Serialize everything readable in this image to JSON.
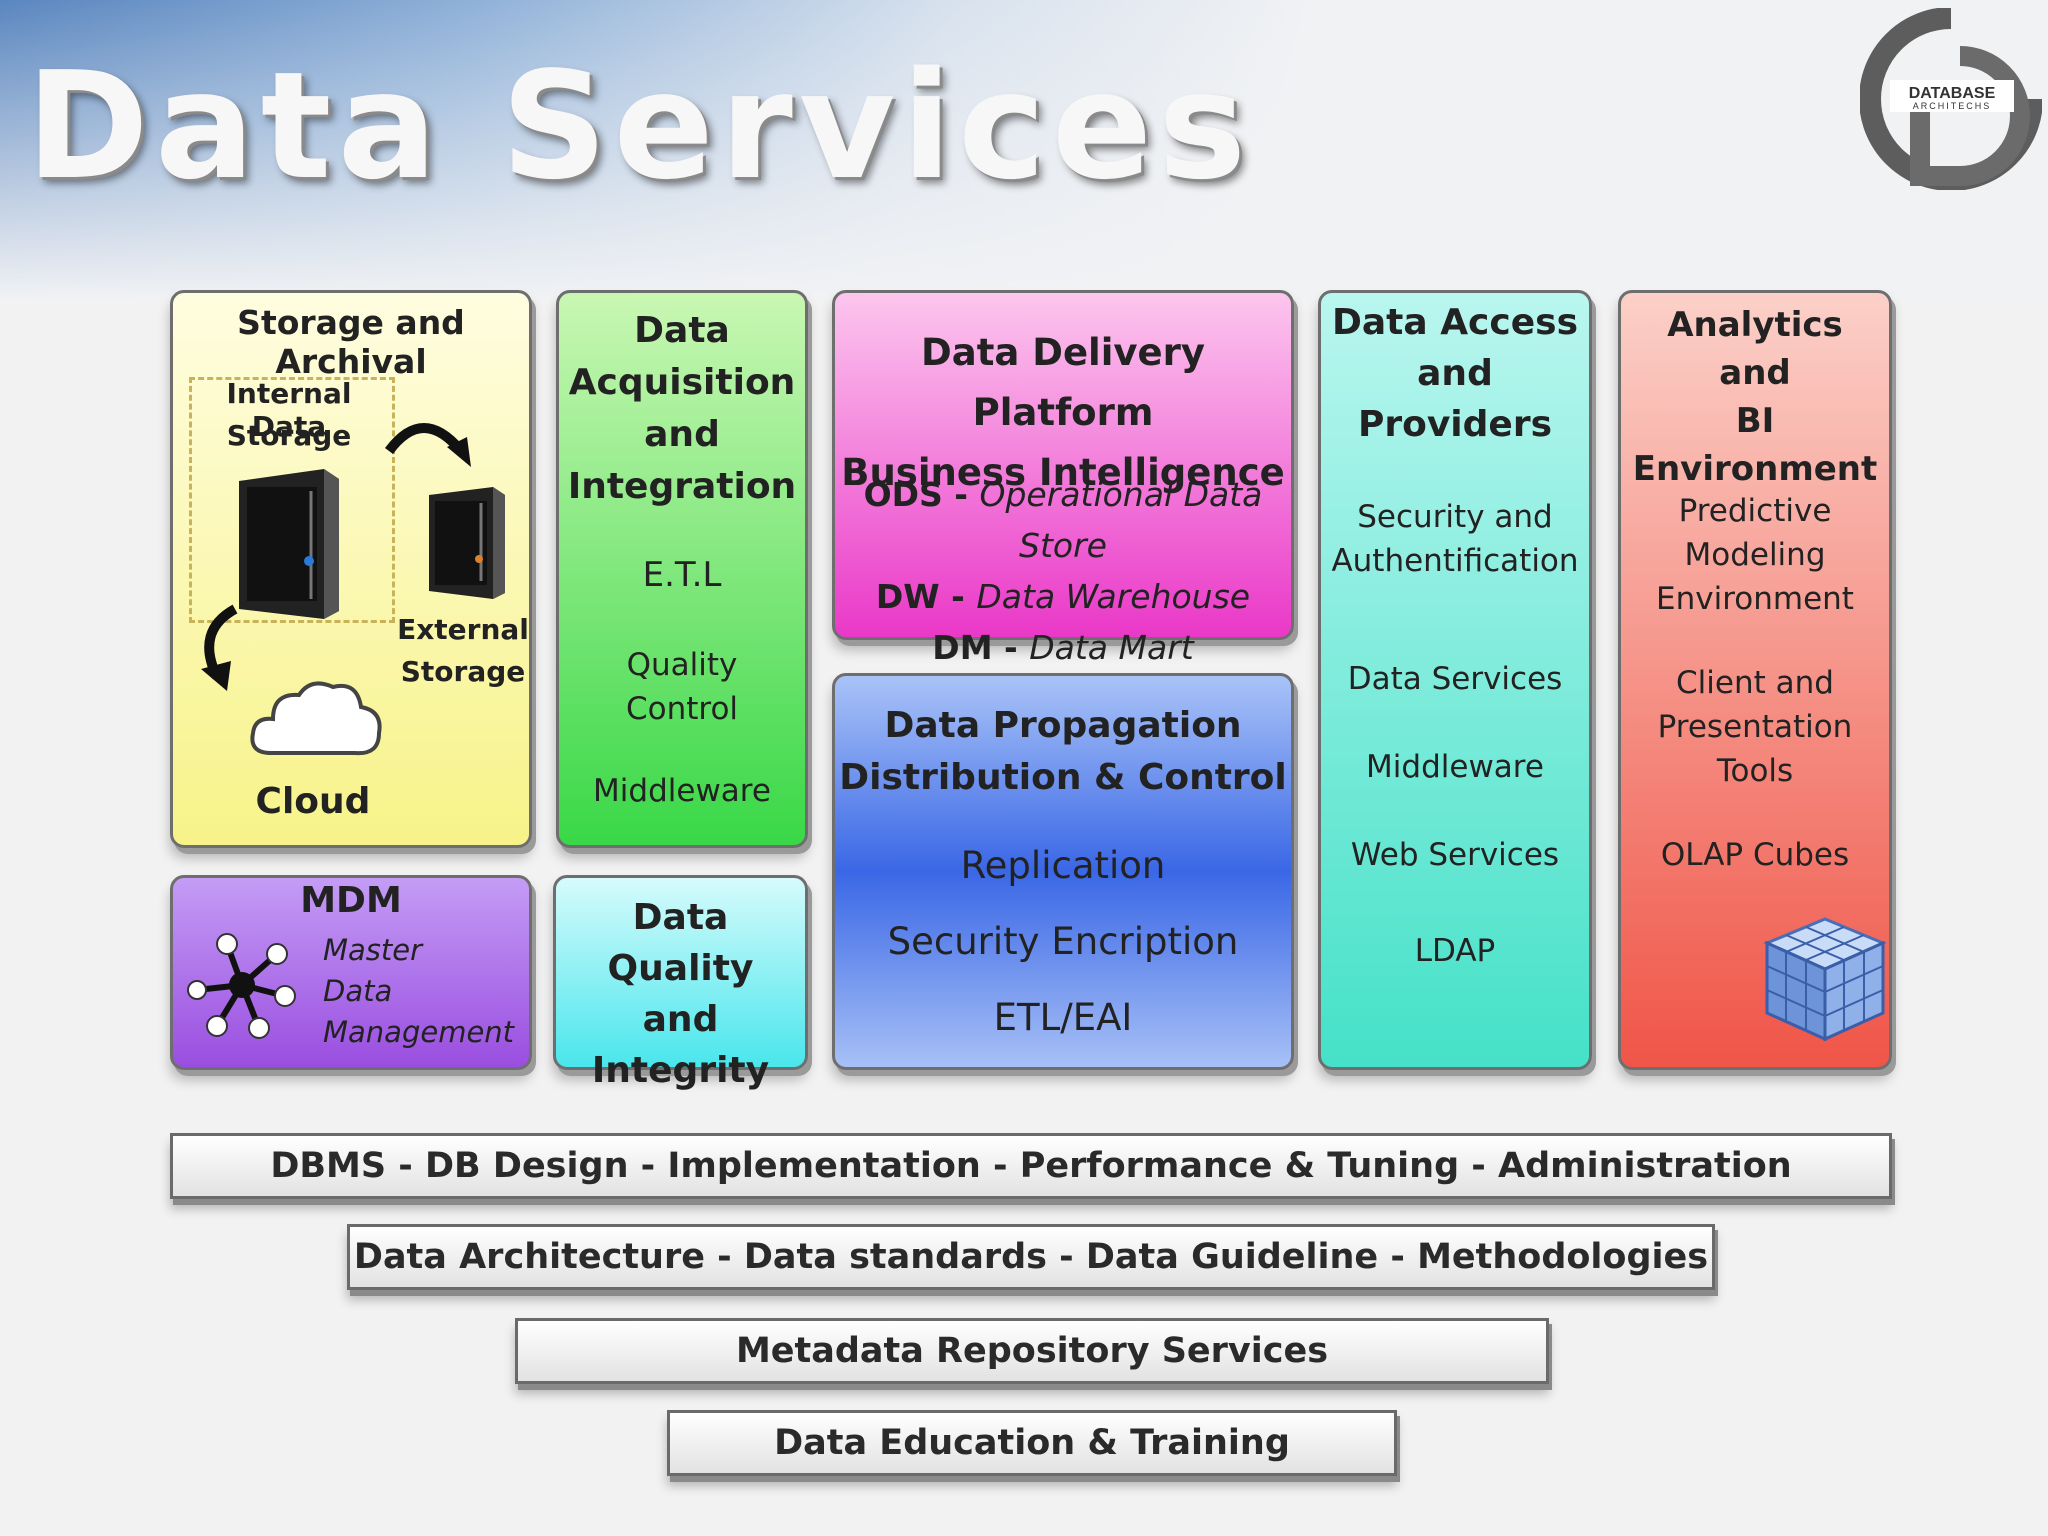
{
  "title": "Data Services",
  "logo": {
    "line1": "DATABASE",
    "line2": "ARCHITECHS"
  },
  "storage": {
    "heading": "Storage and Archival",
    "internal_line1": "Internal Data",
    "internal_line2": "Storage",
    "external_line1": "External",
    "external_line2": "Storage",
    "cloud": "Cloud"
  },
  "mdm": {
    "heading": "MDM",
    "line1": "Master",
    "line2": "Data",
    "line3": "Management"
  },
  "acquisition": {
    "heading1": "Data",
    "heading2": "Acquisition",
    "heading3": "and",
    "heading4": "Integration",
    "item1": "E.T.L",
    "item2a": "Quality",
    "item2b": "Control",
    "item3": "Middleware"
  },
  "quality": {
    "line1": "Data Quality",
    "line2": "and",
    "line3": "Integrity"
  },
  "delivery": {
    "heading1": "Data Delivery Platform",
    "heading2": "Business Intelligence",
    "ods_abbr": "ODS -",
    "ods_text": "Operational Data Store",
    "dw_abbr": "DW -",
    "dw_text": "Data Warehouse",
    "dm_abbr": "DM -",
    "dm_text": "Data Mart"
  },
  "propagation": {
    "heading1": "Data Propagation",
    "heading2": "Distribution & Control",
    "item1": "Replication",
    "item2": "Security Encription",
    "item3": "ETL/EAI"
  },
  "access": {
    "heading1": "Data Access",
    "heading2": "and",
    "heading3": "Providers",
    "item1a": "Security and",
    "item1b": "Authentification",
    "item2": "Data Services",
    "item3": "Middleware",
    "item4": "Web Services",
    "item5": "LDAP"
  },
  "analytics": {
    "heading1": "Analytics",
    "heading2": "and",
    "heading3": "BI Environment",
    "item1a": "Predictive",
    "item1b": "Modeling",
    "item1c": "Environment",
    "item2a": "Client and",
    "item2b": "Presentation",
    "item2c": "Tools",
    "item3": "OLAP Cubes"
  },
  "layers": [
    "DBMS - DB Design - Implementation - Performance & Tuning - Administration",
    "Data Architecture - Data standards - Data Guideline - Methodologies",
    "Metadata Repository Services",
    "Data Education & Training"
  ]
}
